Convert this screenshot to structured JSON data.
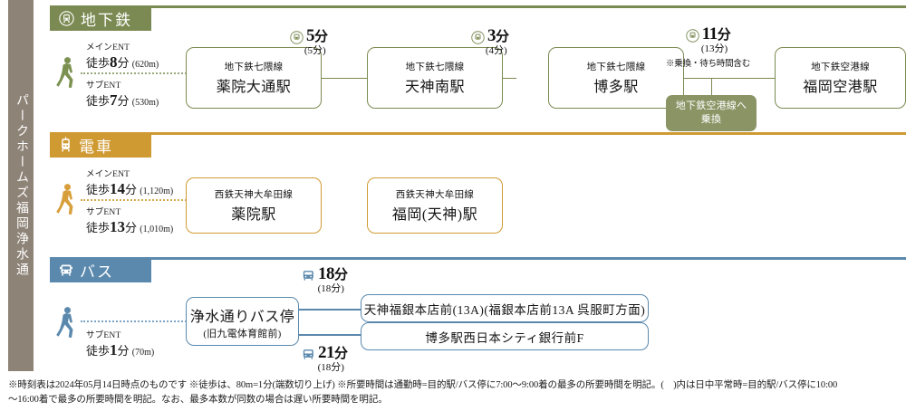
{
  "sidebar": {
    "title": "パークホームズ福岡浄水通"
  },
  "sections": {
    "subway": {
      "header": "地下鉄",
      "icon": "subway-train-icon",
      "color": "#7b8a52",
      "walk": {
        "main_ent_label": "メインENT",
        "main_ent_time": "徒歩8分",
        "main_ent_min": "8",
        "main_ent_dist": "(620m)",
        "sub_ent_label": "サブENT",
        "sub_ent_time": "徒歩7分",
        "sub_ent_min": "7",
        "sub_ent_dist": "(530m)"
      },
      "stations": [
        {
          "line": "地下鉄七隈線",
          "name": "薬院大通駅"
        },
        {
          "line": "地下鉄七隈線",
          "name": "天神南駅"
        },
        {
          "line": "地下鉄七隈線",
          "name": "博多駅"
        },
        {
          "line": "地下鉄空港線",
          "name": "福岡空港駅"
        }
      ],
      "rides": [
        {
          "minutes": "5",
          "unit": "分",
          "paren": "(5分)",
          "note": ""
        },
        {
          "minutes": "3",
          "unit": "分",
          "paren": "(4分)",
          "note": ""
        },
        {
          "minutes": "11",
          "unit": "分",
          "paren": "(13分)",
          "note": "※乗換・待ち時間含む"
        }
      ],
      "transfer_badge": "地下鉄空港線へ\n乗換",
      "transfer_badge_l1": "地下鉄空港線へ",
      "transfer_badge_l2": "乗換"
    },
    "train": {
      "header": "電車",
      "icon": "tram-icon",
      "color": "#d09a33",
      "walk": {
        "main_ent_label": "メインENT",
        "main_ent_time": "徒歩14分",
        "main_ent_min": "14",
        "main_ent_dist": "(1,120m)",
        "sub_ent_label": "サブENT",
        "sub_ent_time": "徒歩13分",
        "sub_ent_min": "13",
        "sub_ent_dist": "(1,010m)"
      },
      "stations": [
        {
          "line": "西鉄天神大牟田線",
          "name": "薬院駅"
        },
        {
          "line": "西鉄天神大牟田線",
          "name": "福岡(天神)駅"
        }
      ]
    },
    "bus": {
      "header": "バス",
      "icon": "bus-icon",
      "color": "#5b89ad",
      "walk": {
        "sub_ent_label": "サブENT",
        "sub_ent_time": "徒歩1分",
        "sub_ent_min": "1",
        "sub_ent_dist": "(70m)"
      },
      "stop": {
        "name": "浄水通りバス停",
        "sub": "(旧九電体育館前)"
      },
      "rides": [
        {
          "minutes": "18",
          "unit": "分",
          "paren": "(18分)"
        },
        {
          "minutes": "21",
          "unit": "分",
          "paren": "(18分)"
        }
      ],
      "destinations": [
        "天神福銀本店前(13A)(福銀本店前13A 呉服町方面)",
        "博多駅西日本シティ銀行前F"
      ]
    }
  },
  "footnote": {
    "line1": "※時刻表は2024年05月14日時点のものです ※徒歩は、80m=1分(端数切り上げ) ※所要時間は通勤時=目的駅/バス停に7:00〜9:00着の最多の所要時間を明記。(　)内は日中平常時=目的駅/バス停に10:00",
    "line2": "〜16:00着で最多の所要時間を明記。なお、最多本数が同数の場合は遅い所要時間を明記。"
  }
}
